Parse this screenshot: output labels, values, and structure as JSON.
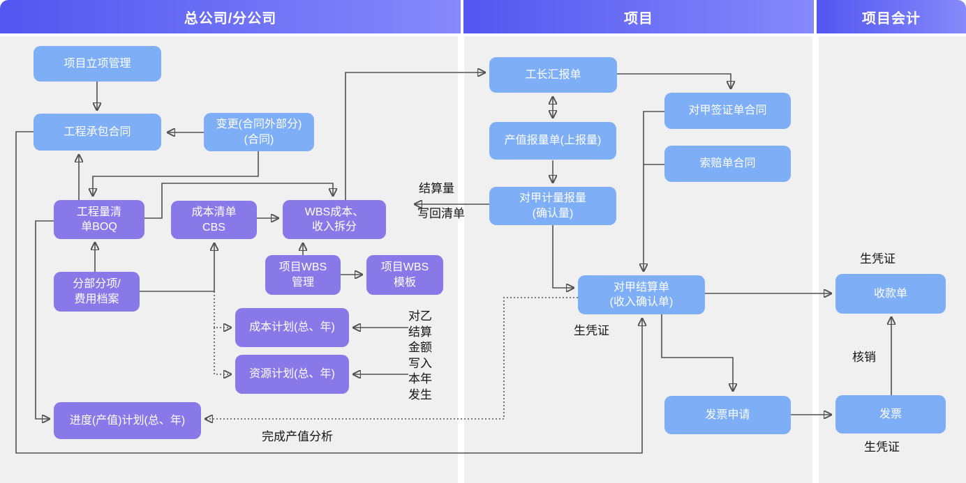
{
  "headers": {
    "hq": "总公司/分公司",
    "project": "项目",
    "accounting": "项目会计"
  },
  "colors": {
    "header_gradient_from": "#5356ef",
    "header_gradient_to": "#8689fb",
    "node_blue": "#7daef6",
    "node_purple": "#8979e8",
    "panel_gray": "#f0f0f1",
    "line": "#515151"
  },
  "nodes": {
    "lixiang": "项目立项管理",
    "chengbao": "工程承包合同",
    "biangeng": "变更(合同外部分)\n(合同)",
    "boq": "工程量清\n单BOQ",
    "cbs": "成本清单\nCBS",
    "wbs_split": "WBS成本、\n收入拆分",
    "wbs_mgmt": "项目WBS\n管理",
    "wbs_tpl": "项目WBS\n模板",
    "fenbu": "分部分项/\n费用档案",
    "cost_plan": "成本计划(总、年)",
    "res_plan": "资源计划(总、年)",
    "prog_plan": "进度(产值)计划(总、年)",
    "gongzhang": "工长汇报单",
    "qianzheng": "对甲签证单合同",
    "suopei": "索赔单合同",
    "chanzhi": "产值报量单(上报量)",
    "jiliang": "对甲计量报量\n(确认量)",
    "jiesuan": "对甲结算单\n(收入确认单)",
    "fapiao_req": "发票申请",
    "shoukuan": "收款单",
    "fapiao": "发票"
  },
  "labels": {
    "jiesuanliang": "结算量",
    "xiehui": "写回清单",
    "duiyi_note": "对乙\n结算\n金额\n写入\n本年\n发生",
    "wancheng": "完成产值分析",
    "sheng_pz_mid": "生凭证",
    "sheng_pz_top": "生凭证",
    "hexiao": "核销",
    "sheng_pz_bottom": "生凭证"
  }
}
